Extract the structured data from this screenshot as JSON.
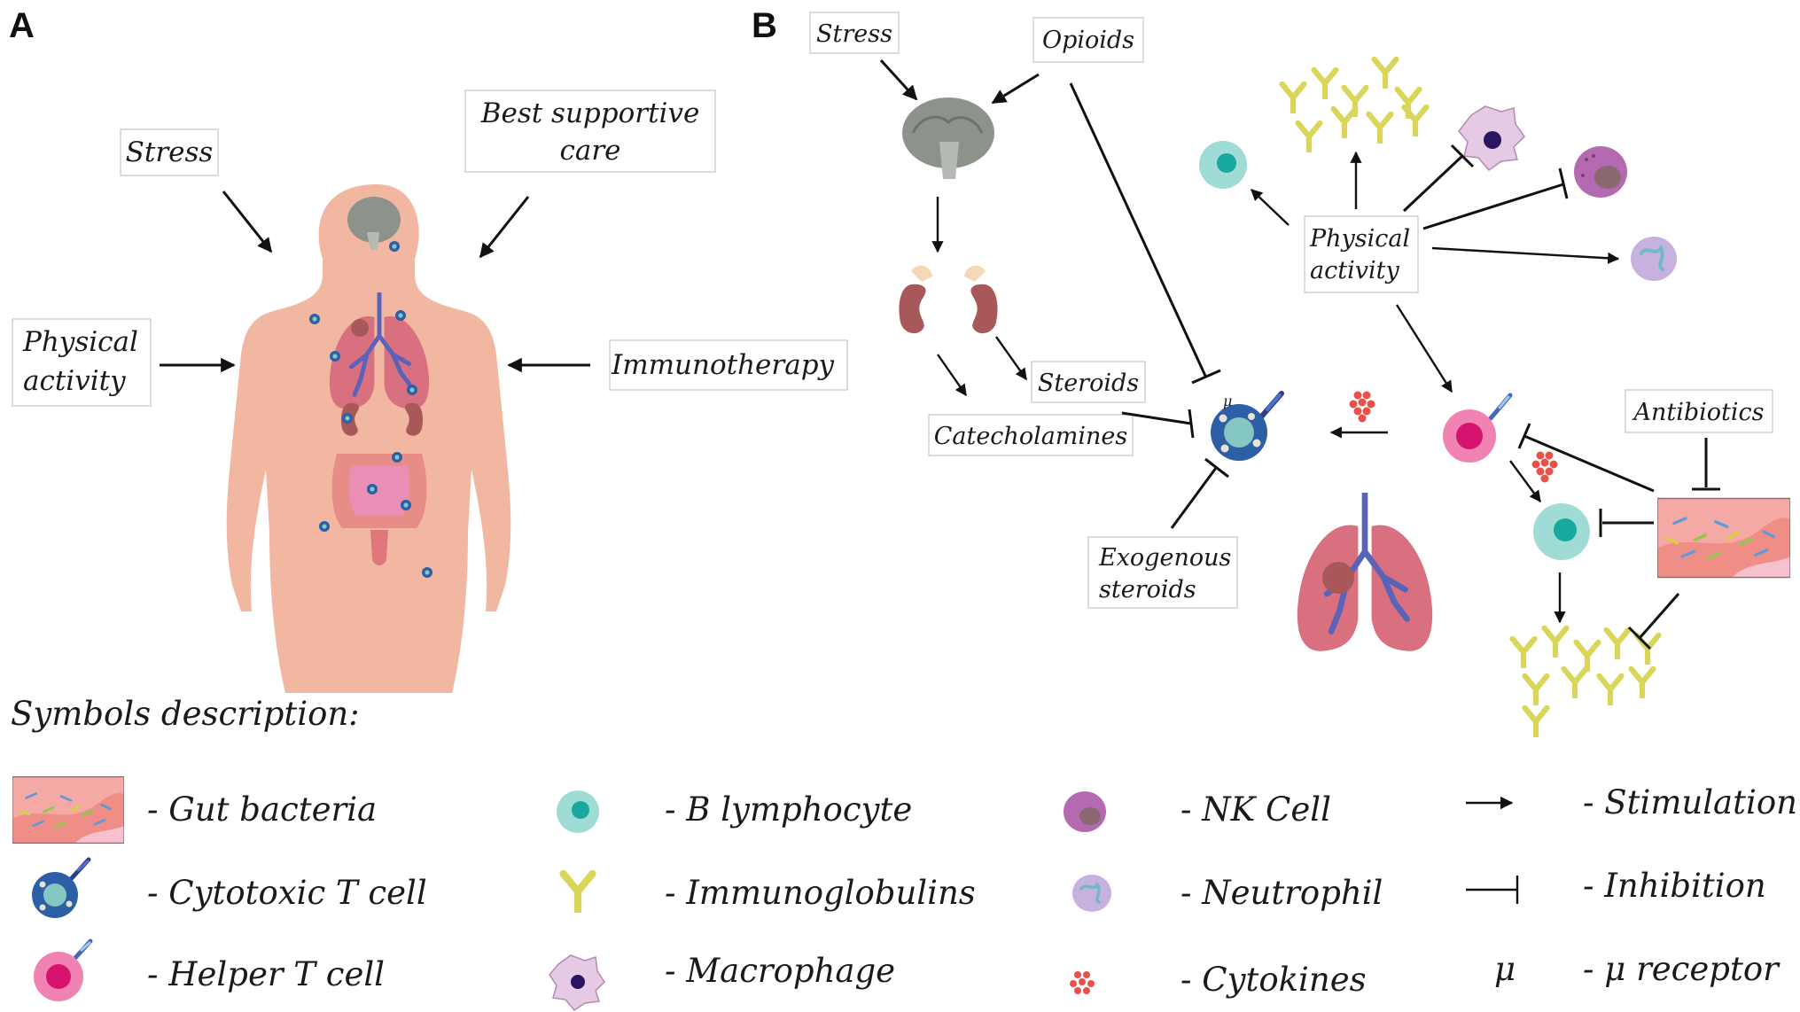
{
  "panels": {
    "a": "A",
    "b": "B"
  },
  "panel_a": {
    "stress": "Stress",
    "best_supportive_care": [
      "Best supportive",
      "care"
    ],
    "physical_activity": [
      "Physical",
      "activity"
    ],
    "immunotherapy": "Immunotherapy"
  },
  "panel_b": {
    "stress": "Stress",
    "opioids": "Opioids",
    "steroids": "Steroids",
    "catecholamines": "Catecholamines",
    "exogenous_steroids": [
      "Exogenous",
      "steroids"
    ],
    "physical_activity": [
      "Physical",
      "activity"
    ],
    "antibiotics": "Antibiotics",
    "mu": "μ"
  },
  "legend": {
    "title": "Symbols description:",
    "items": {
      "gut_bacteria": "- Gut bacteria",
      "cytotoxic_t": "- Cytotoxic T cell",
      "helper_t": "- Helper T cell",
      "b_lymphocyte": "- B lymphocyte",
      "immunoglobulins": "- Immunoglobulins",
      "macrophage": "- Macrophage",
      "nk_cell": "- NK Cell",
      "neutrophil": "- Neutrophil",
      "cytokines": "- Cytokines",
      "stimulation": "- Stimulation",
      "inhibition": "- Inhibition",
      "mu_receptor": "- μ receptor"
    },
    "mu_symbol": "μ"
  },
  "colors": {
    "skin": "#f2b7a1",
    "lung": "#d8707f",
    "airway": "#5a63b8",
    "kidney": "#a9585a",
    "brain": "#8d928b",
    "cytotoxic_outer": "#2c5fa6",
    "cytotoxic_inner": "#83c6c2",
    "helper_outer": "#f083b1",
    "helper_inner": "#d6136f",
    "b_outer": "#9fdcd6",
    "b_inner": "#18a8a0",
    "immunoglobulin": "#dcd95a",
    "macrophage": "#e6c9e4",
    "nk": "#b46ab0",
    "neutrophil": "#c7b2df",
    "cytokine": "#e8514a",
    "gut": "#ef8e87"
  }
}
